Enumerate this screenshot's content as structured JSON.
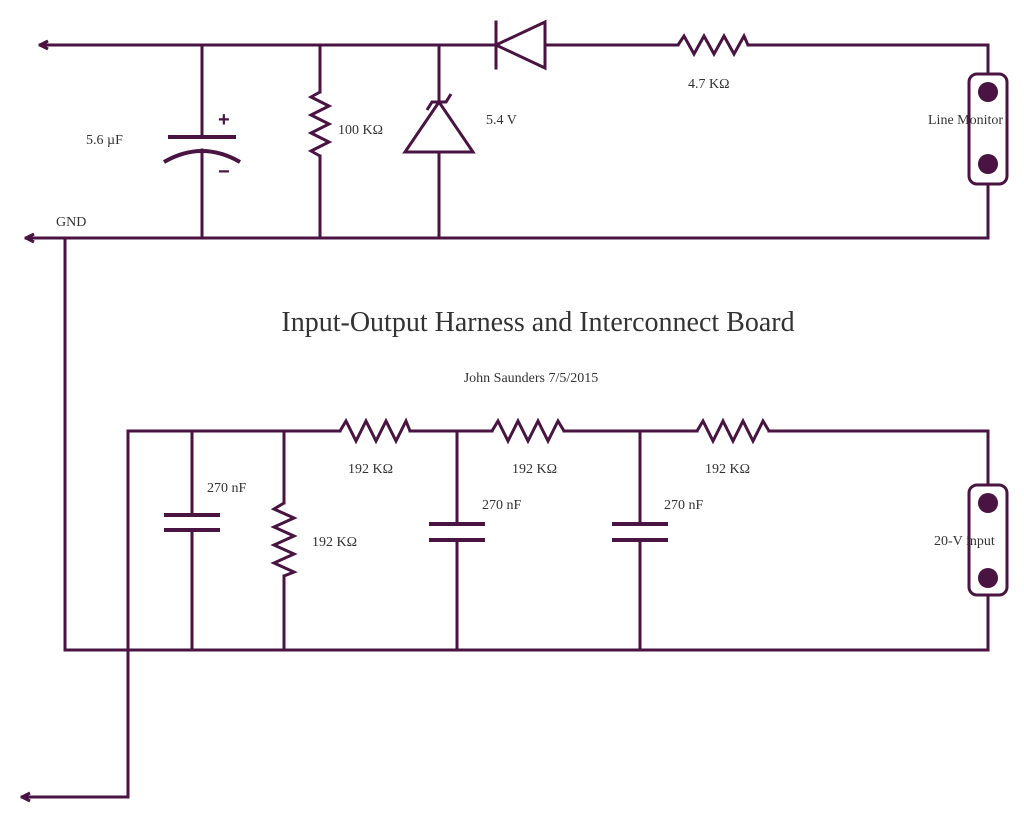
{
  "title": "Input-Output Harness and Interconnect Board",
  "author_line": "John Saunders 7/5/2015",
  "labels": {
    "c_top": "5.6  µF",
    "r_top": "100 KΩ",
    "zener": "5.4 V",
    "r_diode": "4.7 KΩ",
    "line_monitor": "Line Monitor",
    "gnd": "GND",
    "c1": "270 nF",
    "r_shunt": "192 KΩ",
    "r1": "192 KΩ",
    "r2": "192 KΩ",
    "r3": "192 KΩ",
    "c2": "270 nF",
    "c3": "270 nF",
    "input_20v": "20-V input",
    "plus": "+",
    "minus": "−"
  },
  "colors": {
    "wire": "#4a1442",
    "text": "#333333",
    "background": "#ffffff"
  }
}
